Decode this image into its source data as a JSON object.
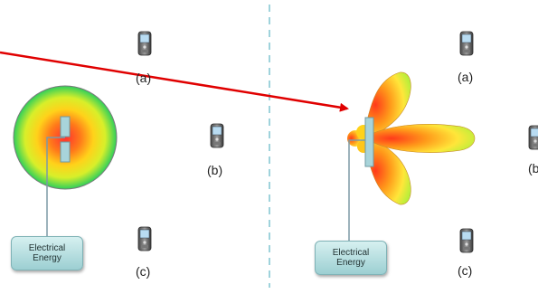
{
  "left_panel": {
    "phone_labels": [
      "(a)",
      "(b)",
      "(c)"
    ],
    "energy_box": {
      "line1": "Electrical",
      "line2": "Energy"
    },
    "pattern": "omnidirectional"
  },
  "right_panel": {
    "phone_labels": [
      "(a)",
      "(b)",
      "(c)"
    ],
    "energy_box": {
      "line1": "Electrical",
      "line2": "Energy"
    },
    "pattern": "directional beams"
  },
  "colors": {
    "arrow": "#e00000",
    "divider": "#9fd3dc",
    "feed_line": "#7d9aa5"
  }
}
